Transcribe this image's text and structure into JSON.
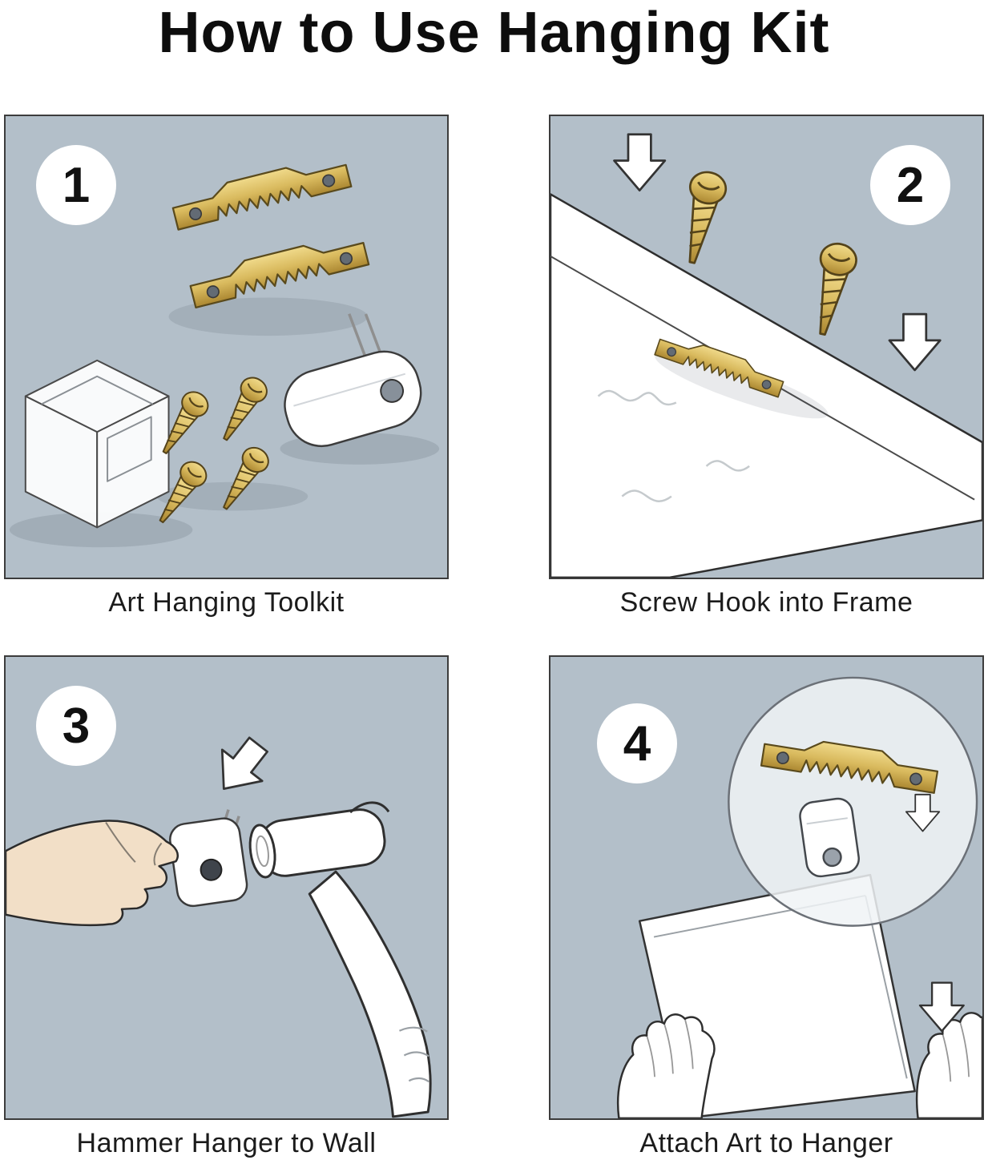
{
  "title": "How to Use Hanging  Kit",
  "steps": [
    {
      "number": "1",
      "caption": "Art Hanging Toolkit"
    },
    {
      "number": "2",
      "caption": "Screw Hook into Frame"
    },
    {
      "number": "3",
      "caption": "Hammer Hanger to Wall"
    },
    {
      "number": "4",
      "caption": "Attach Art to Hanger"
    }
  ],
  "colors": {
    "panel_background": "#b3bfc9",
    "brass_light": "#f0da8b",
    "brass": "#d9ba5e",
    "brass_dark": "#ab8731",
    "outline": "#2f2f2f",
    "skin": "#f2dfc7",
    "background": "#ffffff"
  }
}
